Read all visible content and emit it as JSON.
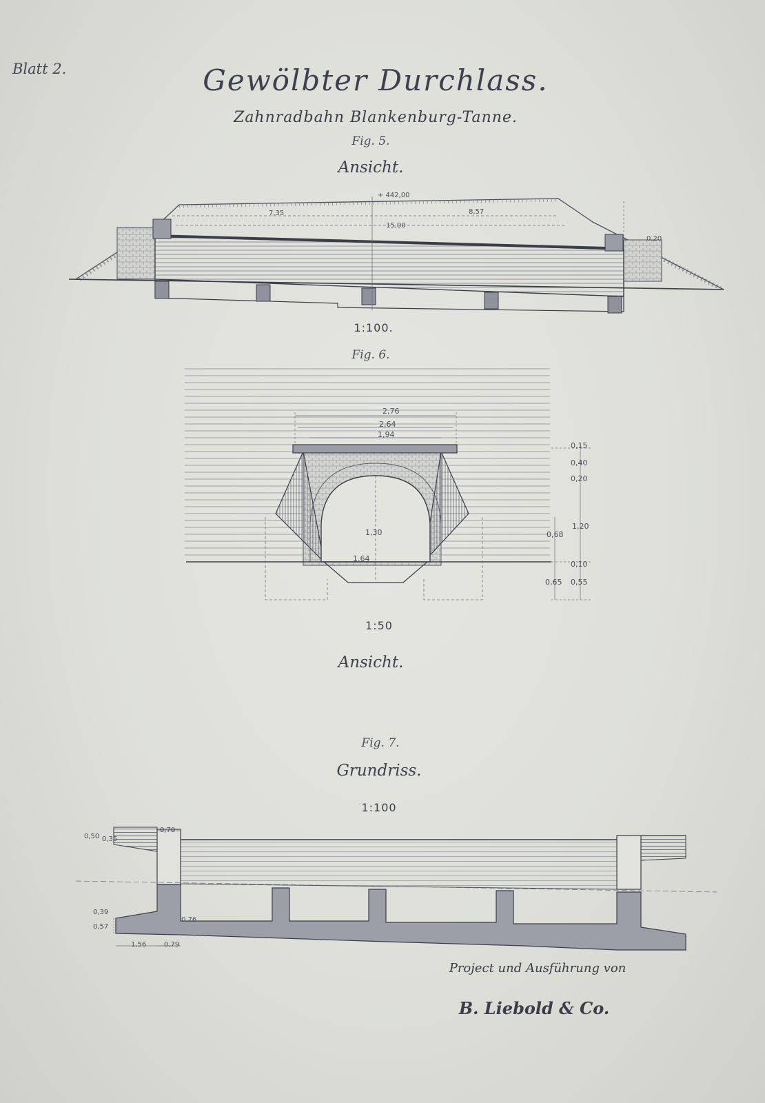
{
  "plate_label": "Blatt 2.",
  "title": "Gewölbter Durchlass.",
  "subtitle": "Zahnradbahn Blankenburg-Tanne.",
  "fig5": {
    "label": "Fig. 5.",
    "view": "Ansicht.",
    "scale": "1:100.",
    "dims": {
      "elevation": "+ 442,00",
      "left": "7,35",
      "right": "8,57",
      "length": "15,00",
      "crown": "0,20"
    }
  },
  "fig6": {
    "label": "Fig. 6.",
    "scale": "1:50",
    "view": "Ansicht.",
    "dims": {
      "w1": "2,76",
      "w2": "2,64",
      "w3": "1,94",
      "h1": "0,15",
      "h2": "0,40",
      "h3": "0,20",
      "h4": "1,20",
      "h5": "0,68",
      "h6": "0,10",
      "h7": "0,65",
      "h8": "0,55",
      "arch_h": "1,30",
      "span": "1,64"
    }
  },
  "fig7": {
    "label": "Fig. 7.",
    "view": "Grundriss.",
    "scale": "1:100",
    "dims": {
      "a": "0,50",
      "b": "0,35",
      "c": "0,70",
      "d": "0,39",
      "e": "0,57",
      "f": "0,76",
      "g": "1,56",
      "h": "0,79"
    }
  },
  "credit": {
    "line1": "Project und Ausführung von",
    "line2": "B. Liebold & Co."
  }
}
